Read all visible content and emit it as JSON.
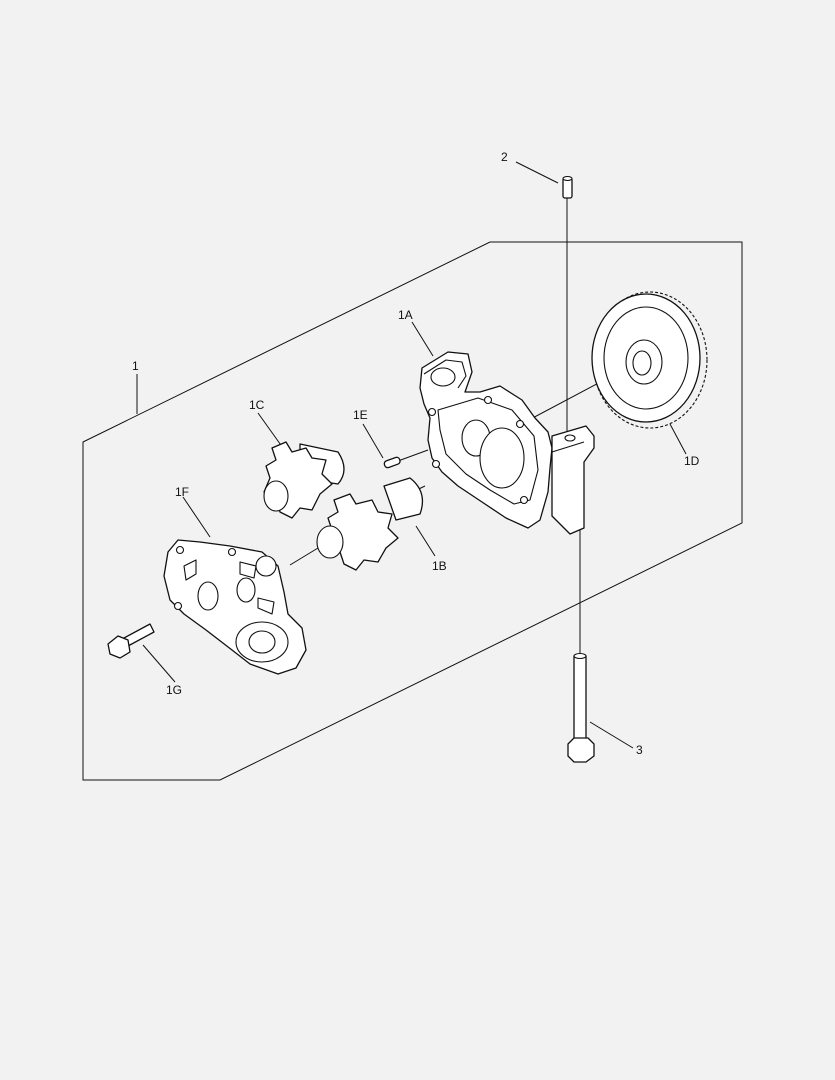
{
  "labels": {
    "assembly": "1",
    "pump_body": "1A",
    "drive_rotor": "1B",
    "driven_rotor": "1C",
    "gear": "1D",
    "pin": "1E",
    "cover": "1F",
    "cover_bolt": "1G",
    "dowel": "2",
    "long_bolt": "3"
  }
}
